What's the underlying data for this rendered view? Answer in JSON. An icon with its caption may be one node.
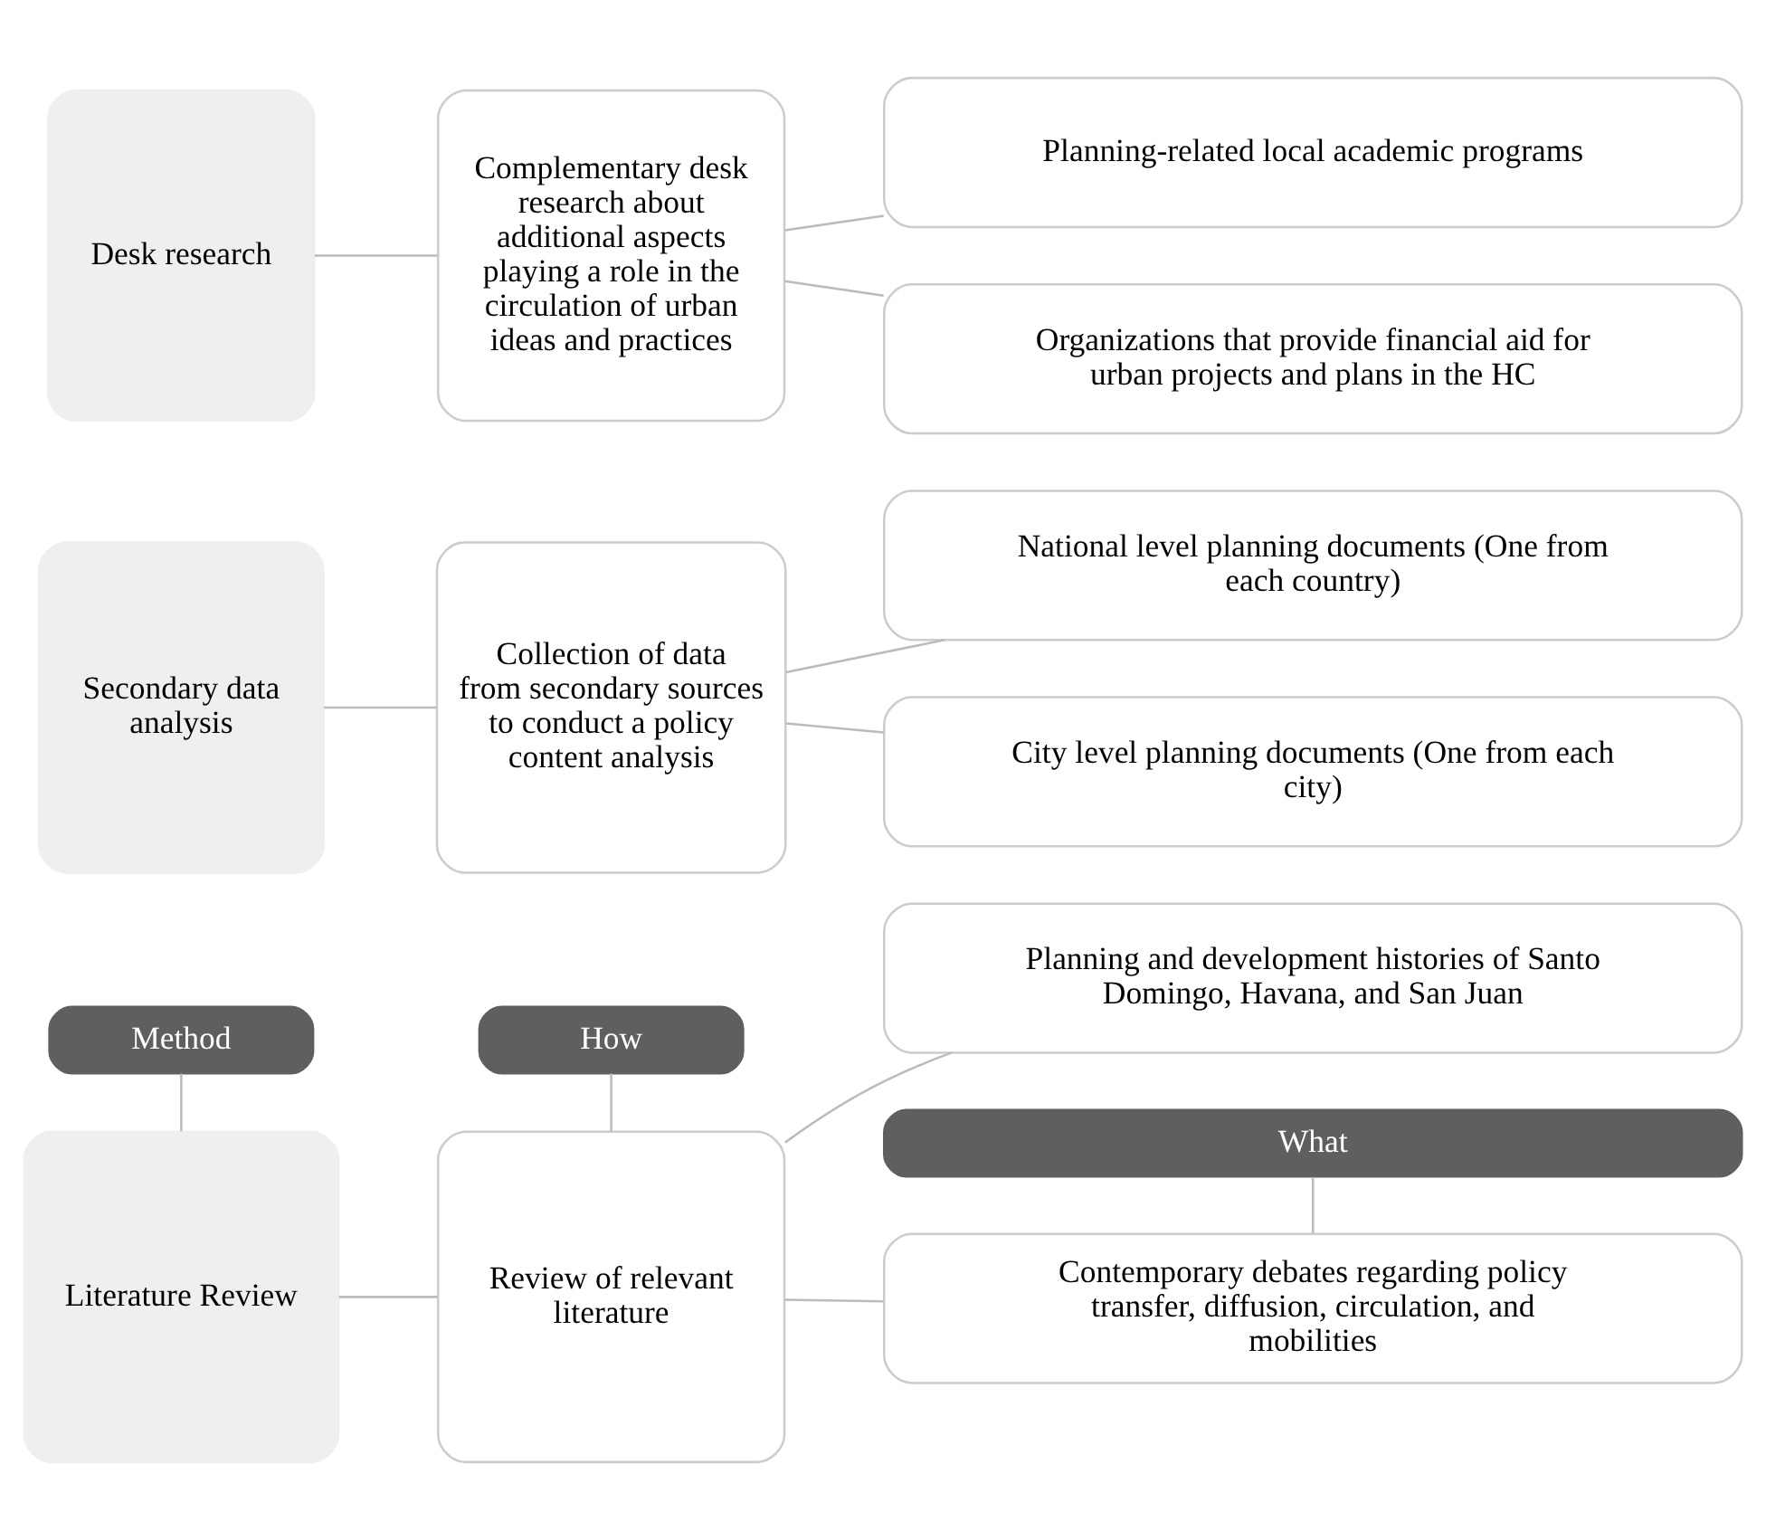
{
  "diagram": {
    "nodes": [
      {
        "text": [
          "Method"
        ]
      },
      {
        "text": [
          "How"
        ]
      },
      {
        "text": [
          "What"
        ]
      },
      {
        "text": [
          "Literature Review"
        ]
      },
      {
        "text": [
          "Review of relevant literature"
        ]
      },
      {
        "text": [
          "Contemporary debates regarding policy transfer, diffusion, circulation, and mobilities"
        ]
      },
      {
        "text": [
          "Planning and development histories of Santo Domingo, Havana, and San Juan"
        ]
      },
      {
        "text": [
          "Secondary data analysis"
        ]
      },
      {
        "text": [
          "Collection of data from secondary sources to conduct a policy content analysis"
        ]
      },
      {
        "text": [
          "National level planning documents (One from each country)"
        ]
      },
      {
        "text": [
          "City level planning documents (One from each city)"
        ]
      },
      {
        "text": [
          "Desk research"
        ]
      },
      {
        "text": [
          "Complementary desk research about additional aspects playing a role in the circulation of urban ideas and practices"
        ]
      },
      {
        "text": [
          "Planning-related local academic programs"
        ]
      },
      {
        "text": [
          "Organizations that provide financial aid for urban projects and plans in the HC"
        ]
      }
    ],
    "edges": [
      {
        "from": 0,
        "to": 3,
        "arrow": "none"
      },
      {
        "from": 1,
        "to": 4,
        "arrow": "none"
      },
      {
        "from": 2,
        "to": 5,
        "arrow": "none"
      },
      {
        "from": 3,
        "to": 4,
        "arrow": "none"
      },
      {
        "from": 4,
        "to": 5,
        "arrow": "none"
      },
      {
        "from": 4,
        "to": 6,
        "arrow": "none"
      },
      {
        "from": 7,
        "to": 8,
        "arrow": "none"
      },
      {
        "from": 8,
        "to": 9,
        "arrow": "none"
      },
      {
        "from": 8,
        "to": 10,
        "arrow": "none"
      },
      {
        "from": 11,
        "to": 12,
        "arrow": "none"
      },
      {
        "from": 12,
        "to": 13,
        "arrow": "none"
      },
      {
        "from": 12,
        "to": 14,
        "arrow": "none"
      }
    ]
  }
}
